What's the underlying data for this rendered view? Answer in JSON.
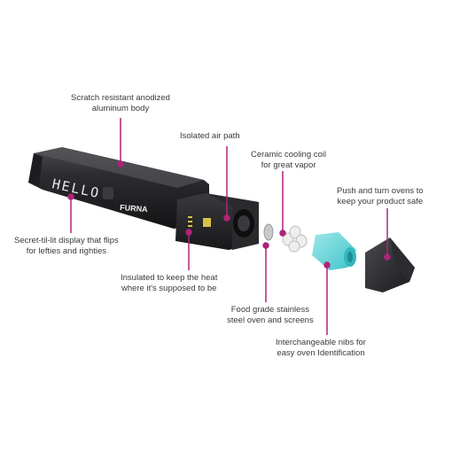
{
  "brand": "FURNA",
  "display_text": "HELLO",
  "accent_color": "#b0237a",
  "callouts": {
    "body": [
      "Scratch resistant anodized",
      "aluminum body"
    ],
    "air_path": [
      "Isolated air path"
    ],
    "cooling_coil": [
      "Ceramic cooling coil",
      "for great vapor"
    ],
    "ovens": [
      "Push and turn ovens to",
      "keep your product safe"
    ],
    "display": [
      "Secret-til-lit display that flips",
      "for lefties and righties"
    ],
    "insulated": [
      "Insulated to keep the heat",
      "where it's supposed to be"
    ],
    "oven_screens": [
      "Food grade stainless",
      "steel oven and screens"
    ],
    "nibs": [
      "Interchangeable nibs for",
      "easy oven Identification"
    ]
  }
}
